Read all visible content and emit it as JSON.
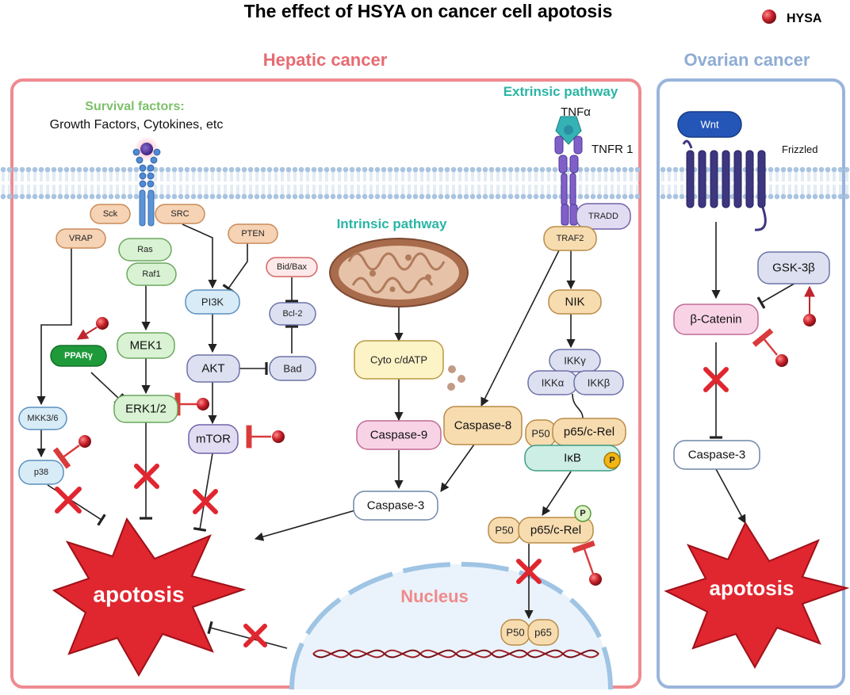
{
  "title": "The  effect of HSYA on cancer cell apotosis",
  "legend": {
    "label": "HYSA"
  },
  "colors": {
    "hepatic": "#e66b72",
    "ovarian": "#8facd4",
    "extrinsic": "#2ab5a5",
    "survival": "#7cc06a",
    "inhibit": "#d93b3b",
    "apoptosis": "#e0262f"
  },
  "hepatic": {
    "title": "Hepatic cancer",
    "survival_title": "Survival factors:",
    "survival_sub": "Growth Factors, Cytokines, etc",
    "extrinsic_title": "Extrinsic pathway",
    "intrinsic_title": "Intrinsic pathway",
    "tnfa": "TNFα",
    "tnfr": "TNFR 1",
    "nucleus": "Nucleus",
    "apoptosis": "apotosis",
    "nodes": {
      "sck": "Sck",
      "src": "SRC",
      "vrap": "VRAP",
      "ras": "Ras",
      "raf1": "Raf1",
      "pten": "PTEN",
      "bidbax": "Bid/Bax",
      "bcl2": "Bcl-2",
      "pi3k": "PI3K",
      "mek1": "MEK1",
      "ppar": "PPARγ",
      "akt": "AKT",
      "bad": "Bad",
      "erk": "ERK1/2",
      "mtor": "mTOR",
      "mkk": "MKK3/6",
      "p38": "p38",
      "cyto": "Cyto c/dATP",
      "casp9": "Caspase-9",
      "casp8": "Caspase-8",
      "casp3": "Caspase-3",
      "tradd": "TRADD",
      "traf2": "TRAF2",
      "nik": "NIK",
      "ikkg": "IKKγ",
      "ikka": "IKKα",
      "ikkb": "IKKβ",
      "p50": "P50",
      "p65crel": "p65/c-Rel",
      "ikb": "IκB",
      "p": "P",
      "p65": "p65"
    }
  },
  "ovarian": {
    "title": "Ovarian cancer",
    "wnt": "Wnt",
    "frizzled": "Frizzled",
    "gsk": "GSK-3β",
    "bcat": "β-Catenin",
    "casp3": "Caspase-3",
    "apoptosis": "apotosis"
  }
}
